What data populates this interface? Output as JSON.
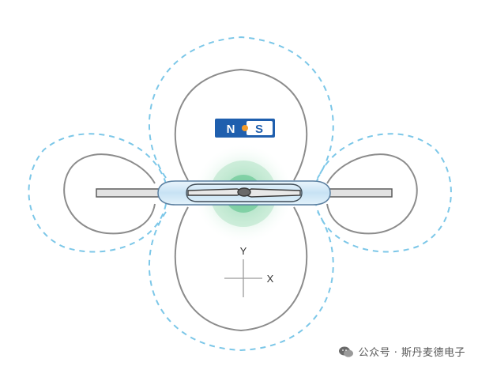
{
  "magnet": {
    "north_label": "N",
    "south_label": "S",
    "colors": {
      "body": "#1f5fae",
      "south_fill": "#ffffff",
      "dot": "#f39c2b"
    }
  },
  "axes": {
    "y_label": "Y",
    "x_label": "X"
  },
  "watermark": {
    "text": "公众号 · 斯丹麦德电子",
    "icon": "wechat-icon"
  },
  "colors": {
    "field_solid": "#8a8a8a",
    "field_dashed": "#7cc7e8",
    "glow": "#3bb877",
    "glass": "#cfe7f6",
    "lead": "#d9d9d9"
  }
}
